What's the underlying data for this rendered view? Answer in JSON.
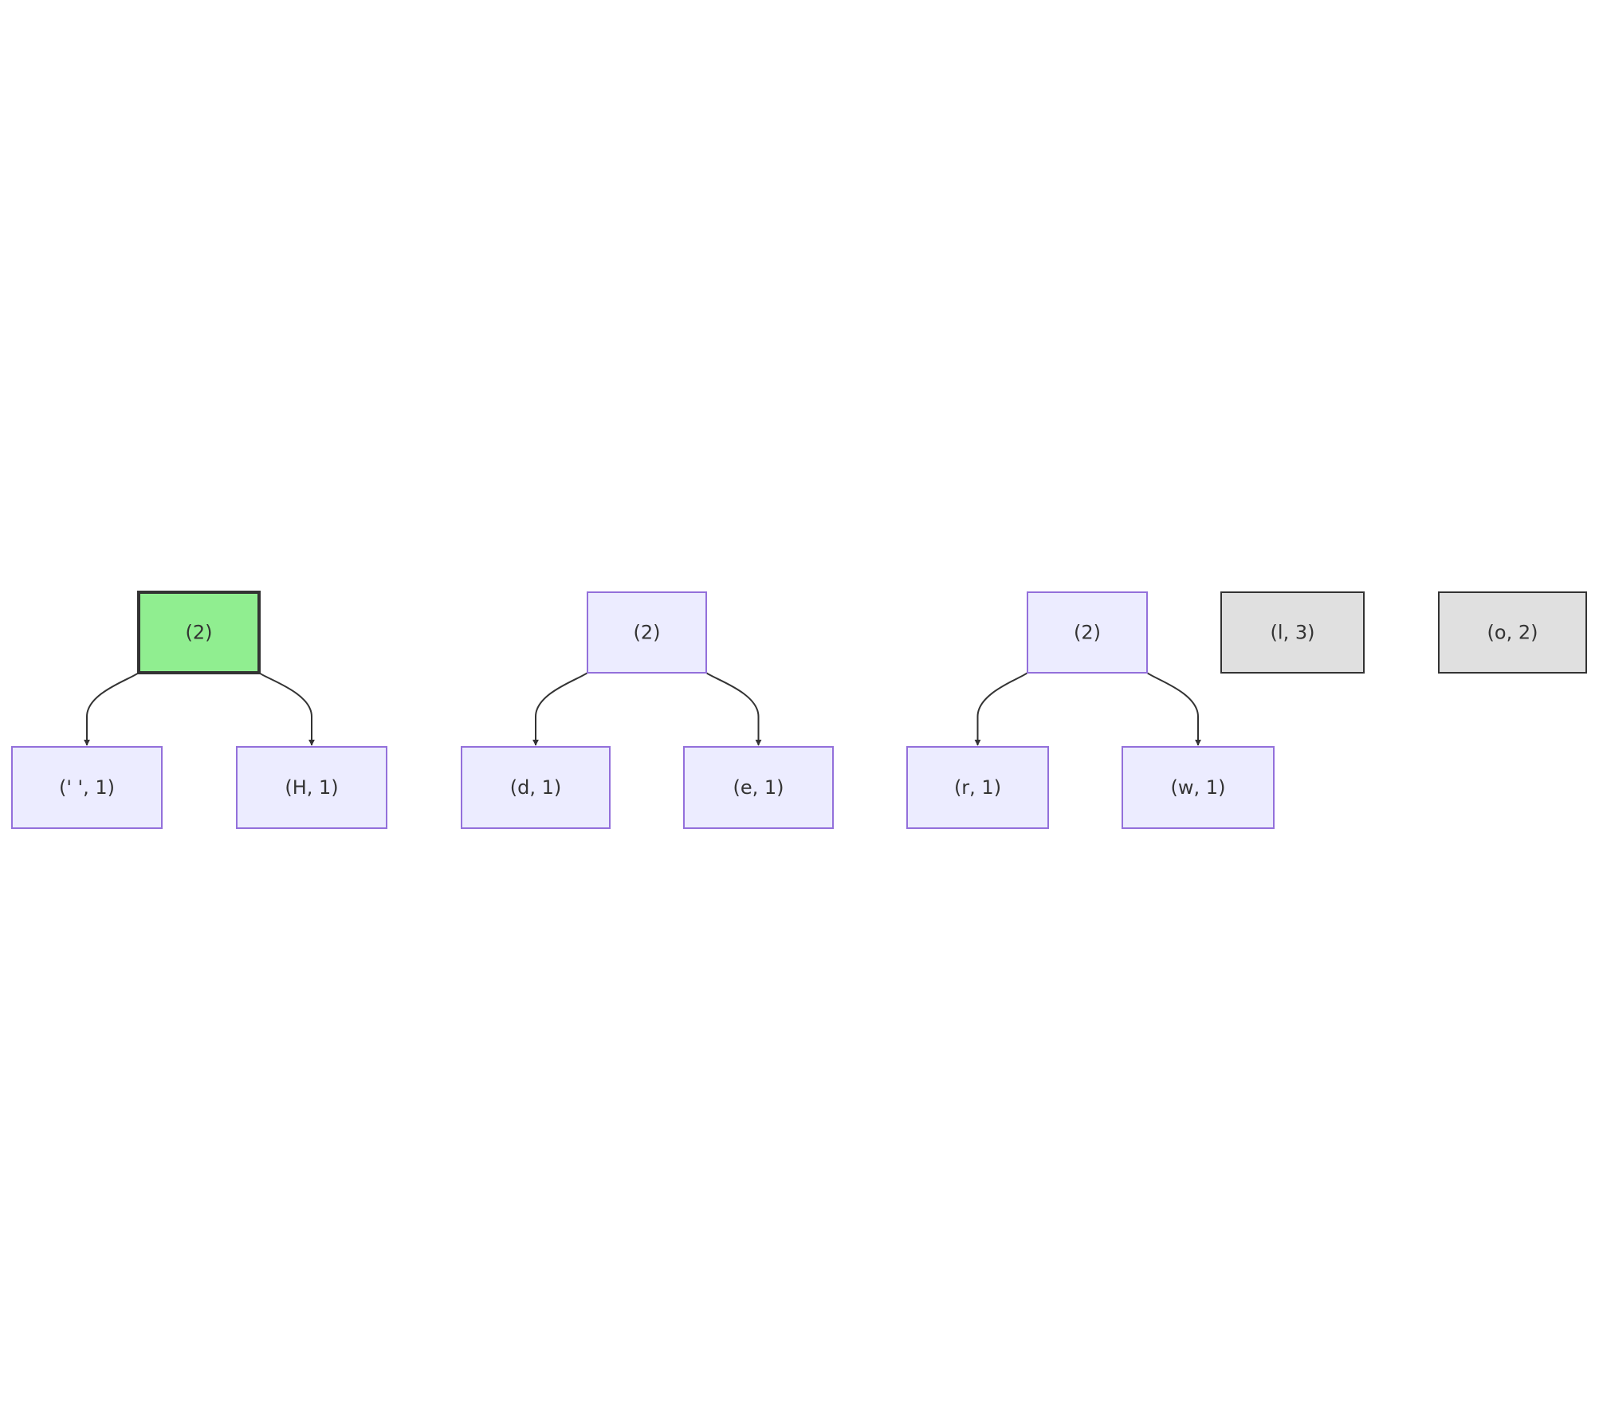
{
  "colors": {
    "default_fill": "#ECECFF",
    "default_stroke": "#9370DB",
    "highlight_fill": "#90EE90",
    "highlight_stroke": "#333333",
    "leaf_gray_fill": "#E0E0E0",
    "leaf_gray_stroke": "#333333",
    "edge": "#333333"
  },
  "nodes": [
    {
      "id": "root1",
      "label": "(2)",
      "style": "highlight"
    },
    {
      "id": "root2",
      "label": "(2)",
      "style": "default"
    },
    {
      "id": "root3",
      "label": "(2)",
      "style": "default"
    },
    {
      "id": "l",
      "label": "(l, 3)",
      "style": "gray"
    },
    {
      "id": "o",
      "label": "(o, 2)",
      "style": "gray"
    },
    {
      "id": "space",
      "label": "(' ', 1)",
      "style": "default"
    },
    {
      "id": "H",
      "label": "(H, 1)",
      "style": "default"
    },
    {
      "id": "d",
      "label": "(d, 1)",
      "style": "default"
    },
    {
      "id": "e",
      "label": "(e, 1)",
      "style": "default"
    },
    {
      "id": "r",
      "label": "(r, 1)",
      "style": "default"
    },
    {
      "id": "w",
      "label": "(w, 1)",
      "style": "default"
    }
  ],
  "edges": [
    {
      "from": "root1",
      "to": "space"
    },
    {
      "from": "root1",
      "to": "H"
    },
    {
      "from": "root2",
      "to": "d"
    },
    {
      "from": "root2",
      "to": "e"
    },
    {
      "from": "root3",
      "to": "r"
    },
    {
      "from": "root3",
      "to": "w"
    }
  ]
}
